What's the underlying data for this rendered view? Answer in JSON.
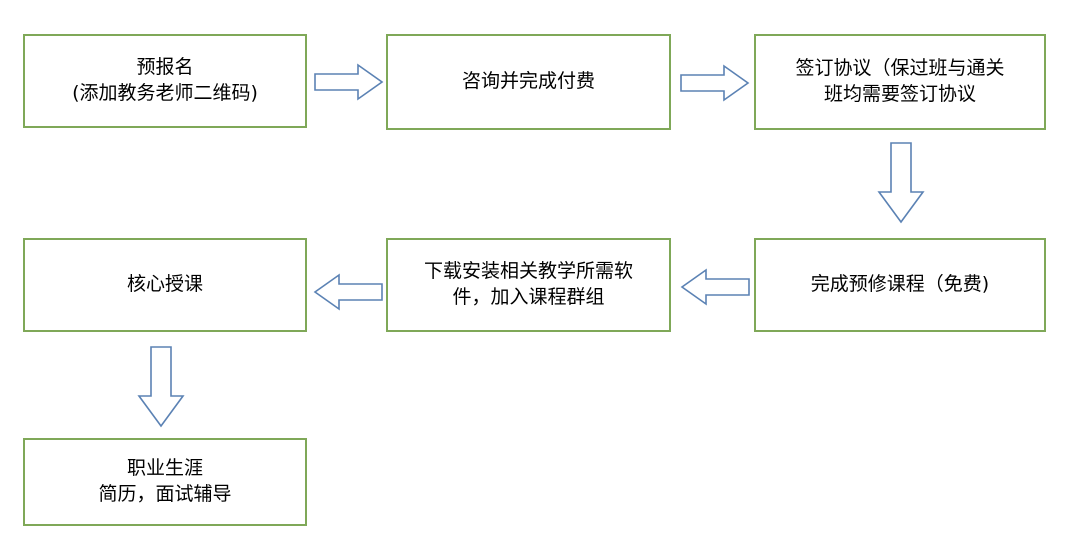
{
  "flow": {
    "steps": [
      {
        "lines": [
          "预报名",
          "(添加教务老师二维码)"
        ]
      },
      {
        "lines": [
          "咨询并完成付费"
        ]
      },
      {
        "lines": [
          "签订协议（保过班与通关",
          "班均需要签订协议"
        ]
      },
      {
        "lines": [
          "完成预修课程（免费)"
        ]
      },
      {
        "lines": [
          "下载安装相关教学所需软",
          "件，加入课程群组"
        ]
      },
      {
        "lines": [
          "核心授课"
        ]
      },
      {
        "lines": [
          "职业生涯",
          "简历，面试辅导"
        ]
      }
    ],
    "connector_style": {
      "box_border": "#7fa858",
      "arrow_outline": "#5b82b4",
      "text": "#000000"
    }
  }
}
